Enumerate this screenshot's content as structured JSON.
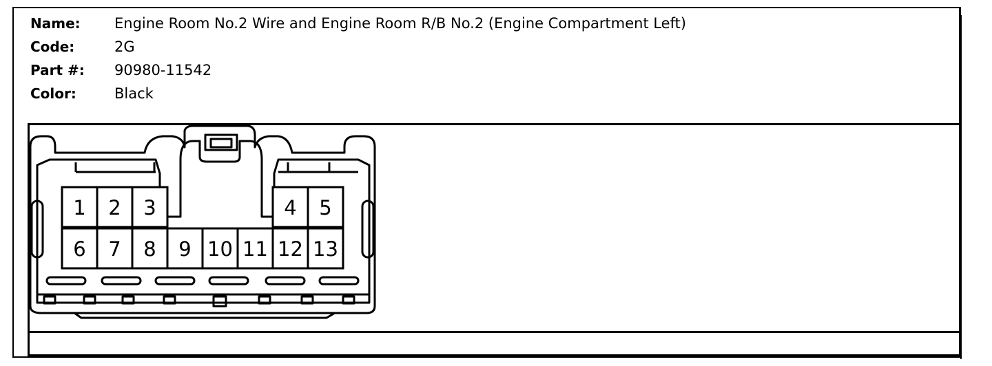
{
  "header": {
    "name_label": "Name:",
    "name_value": "Engine Room No.2 Wire and Engine Room R/B No.2 (Engine Compartment Left)",
    "code_label": "Code:",
    "code_value": "2G",
    "part_label": "Part #:",
    "part_value": "90980-11542",
    "color_label": "Color:",
    "color_value": "Black"
  },
  "connector": {
    "top_row_pins": [
      "1",
      "2",
      "3",
      "4",
      "5"
    ],
    "bottom_row_pins": [
      "6",
      "7",
      "8",
      "9",
      "10",
      "11",
      "12",
      "13"
    ]
  }
}
